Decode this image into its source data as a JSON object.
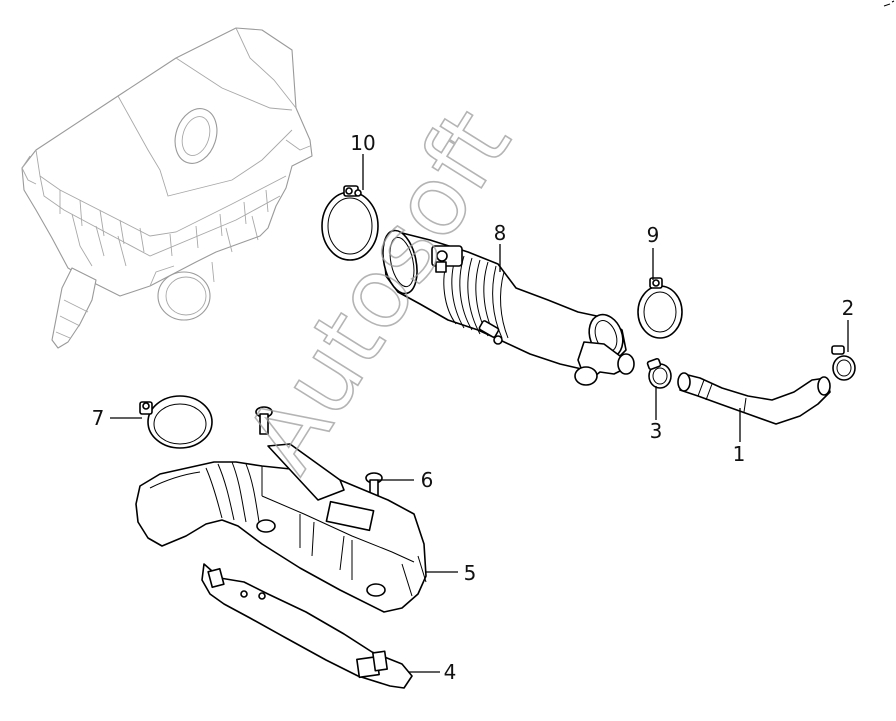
{
  "watermark": {
    "text": "Autosoft",
    "stroke_color": "#9c9c9c"
  },
  "callouts": [
    {
      "id": "1",
      "label": "1",
      "part": "hose"
    },
    {
      "id": "2",
      "label": "2",
      "part": "hose-clamp"
    },
    {
      "id": "3",
      "label": "3",
      "part": "hose-clamp"
    },
    {
      "id": "4",
      "label": "4",
      "part": "bracket"
    },
    {
      "id": "5",
      "label": "5",
      "part": "resonator-duct"
    },
    {
      "id": "6",
      "label": "6",
      "part": "bolt"
    },
    {
      "id": "7",
      "label": "7",
      "part": "band-clamp"
    },
    {
      "id": "8",
      "label": "8",
      "part": "intake-duct"
    },
    {
      "id": "9",
      "label": "9",
      "part": "hose-clamp"
    },
    {
      "id": "10",
      "label": "10",
      "part": "band-clamp"
    }
  ],
  "colors": {
    "line": "#000000",
    "background": "#ffffff",
    "ghost_line": "#9a9a9a"
  }
}
